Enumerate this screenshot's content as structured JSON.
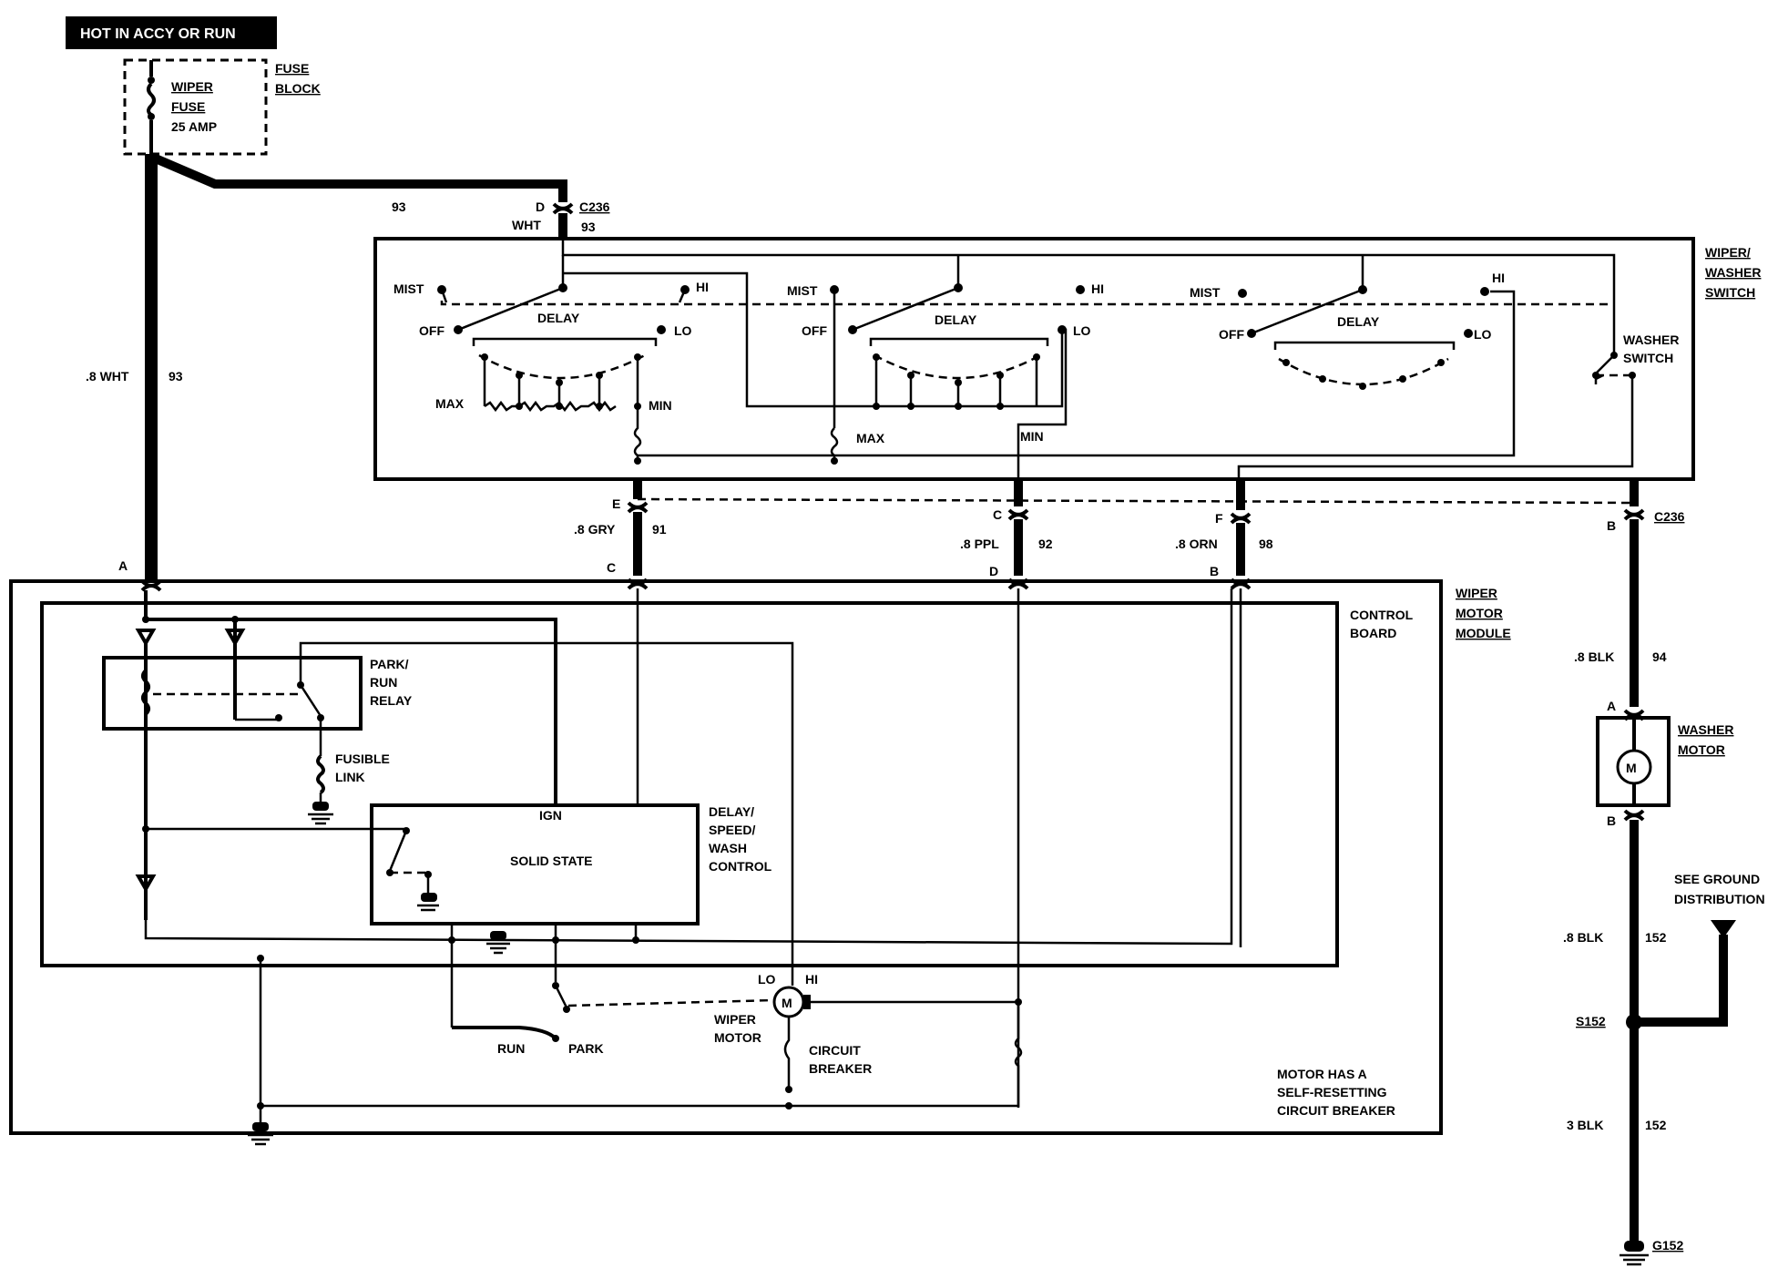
{
  "header": {
    "label": "HOT IN ACCY OR RUN"
  },
  "fuse_block": {
    "name_line1": "FUSE",
    "name_line2": "BLOCK",
    "fuse_line1": "WIPER",
    "fuse_line2": "FUSE",
    "fuse_rating": "25 AMP"
  },
  "wires": {
    "main_feed_circuit": "93",
    "main_feed_color": ".8 WHT",
    "main_feed_circuit_2": "93",
    "c236_top_circuit": "93",
    "c236_top_color": "WHT",
    "gry_color": ".8 GRY",
    "gry_circuit": "91",
    "ppl_color": ".8 PPL",
    "ppl_circuit": "92",
    "orn_color": ".8 ORN",
    "orn_circuit": "98",
    "blk_color_1": ".8 BLK",
    "blk_circuit_1": "94",
    "blk_color_2": ".8 BLK",
    "blk_circuit_2": "152",
    "blk_color_3": "3 BLK",
    "blk_circuit_3": "152"
  },
  "connectors": {
    "c236_top": "C236",
    "c236_top_pin": "D",
    "c236_right": "C236",
    "pin_e": "E",
    "pin_c_upper": "C",
    "pin_f": "F",
    "pin_b_right": "B",
    "pin_a_left": "A",
    "pin_c_lower": "C",
    "pin_d_lower": "D",
    "pin_b_lower": "B",
    "washer_pin_a": "A",
    "washer_pin_b": "B",
    "splice": "S152",
    "ground": "G152"
  },
  "switch": {
    "name_line1": "WIPER/",
    "name_line2": "WASHER",
    "name_line3": "SWITCH",
    "mist": "MIST",
    "hi": "HI",
    "off": "OFF",
    "delay": "DELAY",
    "lo": "LO",
    "max": "MAX",
    "min": "MIN",
    "washer_switch_line1": "WASHER",
    "washer_switch_line2": "SWITCH"
  },
  "module": {
    "name_line1": "WIPER",
    "name_line2": "MOTOR",
    "name_line3": "MODULE",
    "control_board_line1": "CONTROL",
    "control_board_line2": "BOARD",
    "relay_line1": "PARK/",
    "relay_line2": "RUN",
    "relay_line3": "RELAY",
    "fusible_line1": "FUSIBLE",
    "fusible_line2": "LINK",
    "ign": "IGN",
    "solid_state": "SOLID STATE",
    "dsw_line1": "DELAY/",
    "dsw_line2": "SPEED/",
    "dsw_line3": "WASH",
    "dsw_line4": "CONTROL",
    "lo": "LO",
    "hi": "HI",
    "motor_symbol": "M",
    "wiper_motor_line1": "WIPER",
    "wiper_motor_line2": "MOTOR",
    "circuit_breaker_line1": "CIRCUIT",
    "circuit_breaker_line2": "BREAKER",
    "run": "RUN",
    "park": "PARK",
    "note_line1": "MOTOR HAS A",
    "note_line2": "SELF-RESETTING",
    "note_line3": "CIRCUIT BREAKER"
  },
  "washer_motor": {
    "name_line1": "WASHER",
    "name_line2": "MOTOR",
    "symbol": "M"
  },
  "ground_ref": {
    "line1": "SEE GROUND",
    "line2": "DISTRIBUTION"
  }
}
